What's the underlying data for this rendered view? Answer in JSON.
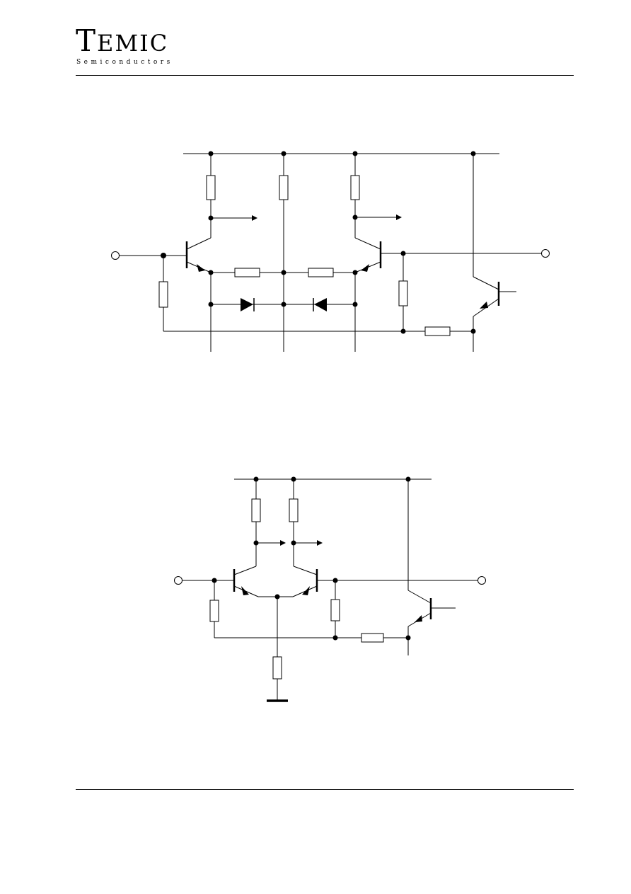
{
  "header": {
    "brand_first": "T",
    "brand_rest": "EMIC",
    "brand_sub": "Semiconductors"
  },
  "colors": {
    "ink": "#000000",
    "background": "#ffffff"
  }
}
